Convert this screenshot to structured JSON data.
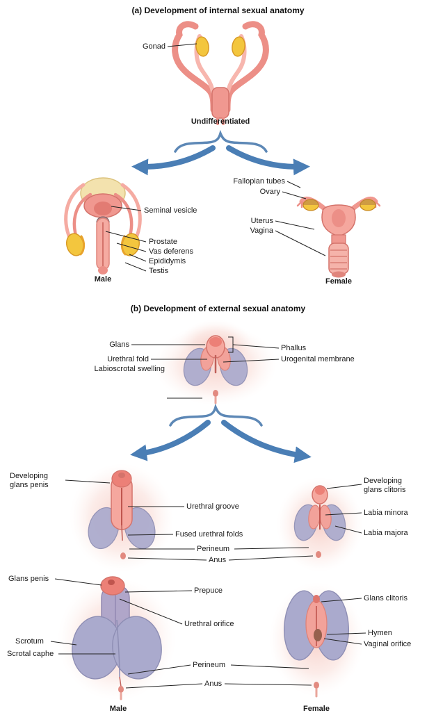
{
  "colors": {
    "arrow_blue": "#4a7eb5",
    "salmon": "#f09890",
    "gonad_yellow": "#f3c63e",
    "swelling_purple": "#aaaacd"
  },
  "section_a": {
    "title": "(a) Development of internal sexual anatomy",
    "labels": {
      "gonad": "Gonad",
      "undifferentiated": "Undifferentiated",
      "seminal_vesicle": "Seminal vesicle",
      "prostate": "Prostate",
      "vas_deferens": "Vas deferens",
      "epididymis": "Epididymis",
      "testis": "Testis",
      "male": "Male",
      "fallopian_tubes": "Fallopian tubes",
      "ovary": "Ovary",
      "uterus": "Uterus",
      "vagina": "Vagina",
      "female": "Female"
    }
  },
  "section_b": {
    "title": "(b) Development of external sexual anatomy",
    "labels": {
      "glans": "Glans",
      "urethral_fold": "Urethral fold",
      "labioscrotal_swelling": "Labioscrotal swelling",
      "phallus": "Phallus",
      "urogenital_membrane": "Urogenital membrane",
      "developing_glans_penis": "Developing glans penis",
      "urethral_groove": "Urethral groove",
      "fused_urethral_folds": "Fused urethral folds",
      "perineum_dev": "Perineum",
      "anus_dev": "Anus",
      "developing_glans_clitoris": "Developing glans clitoris",
      "labia_minora": "Labia minora",
      "labia_majora": "Labia majora",
      "glans_penis": "Glans penis",
      "prepuce": "Prepuce",
      "urethral_orifice": "Urethral orifice",
      "glans_clitoris": "Glans clitoris",
      "scrotum": "Scrotum",
      "scrotal_caphe": "Scrotal caphe",
      "hymen": "Hymen",
      "vaginal_orifice": "Vaginal orifice",
      "perineum_final": "Perineum",
      "anus_final": "Anus",
      "male": "Male",
      "female": "Female"
    }
  }
}
